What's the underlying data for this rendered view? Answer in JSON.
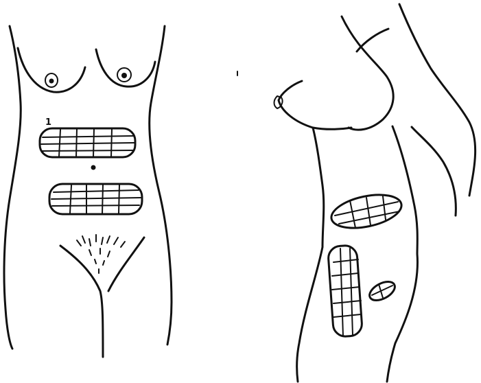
{
  "figure": {
    "panels": [
      {
        "id": "front-view"
      },
      {
        "id": "side-view"
      }
    ],
    "labels": {
      "area_marker": "1"
    }
  }
}
